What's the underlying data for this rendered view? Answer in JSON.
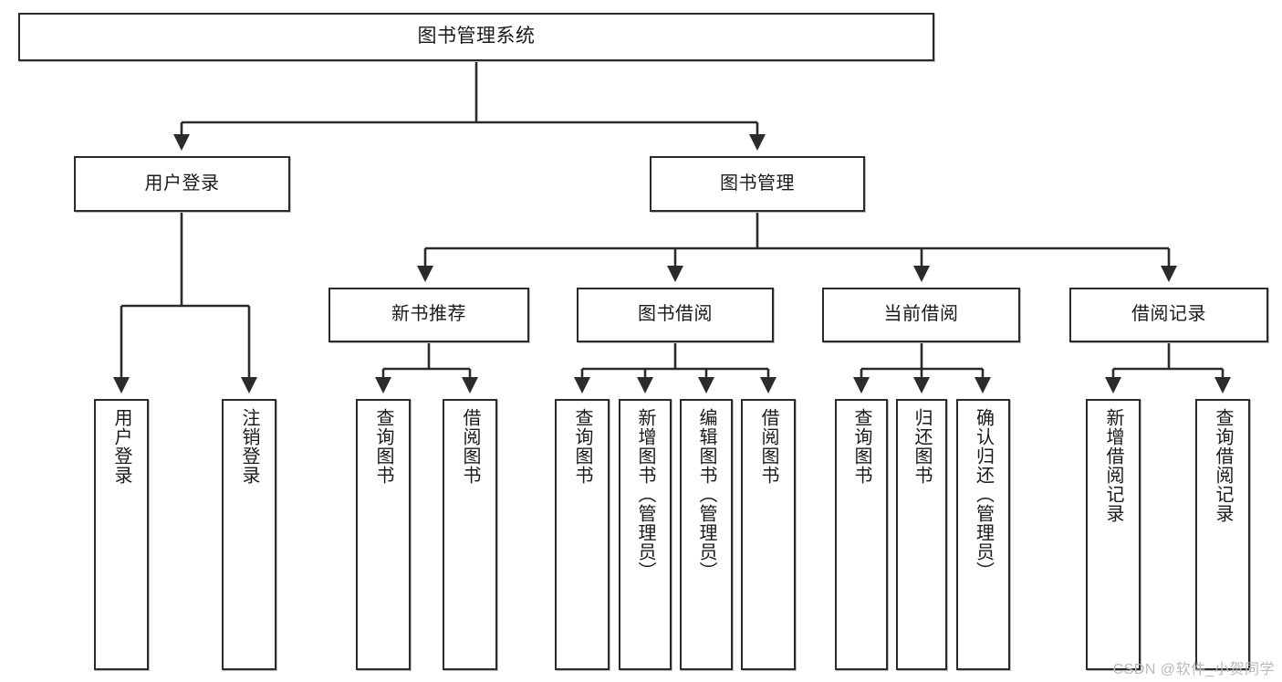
{
  "diagram": {
    "title": "图书管理系统",
    "type": "tree-hierarchy-diagram",
    "colors": {
      "box_border": "#2b2b2b",
      "box_fill": "#ffffff",
      "connector": "#2b2b2b",
      "background": "#ffffff",
      "watermark": "#b9b9b9"
    },
    "root": {
      "label": "图书管理系统"
    },
    "level1": [
      {
        "label": "用户登录"
      },
      {
        "label": "图书管理"
      }
    ],
    "level2": [
      {
        "label": "新书推荐"
      },
      {
        "label": "图书借阅"
      },
      {
        "label": "当前借阅"
      },
      {
        "label": "借阅记录"
      }
    ],
    "leaves": {
      "user_login": [
        {
          "label": "用户登录"
        },
        {
          "label": "注销登录"
        }
      ],
      "new_book_recommend": [
        {
          "label": "查询图书"
        },
        {
          "label": "借阅图书"
        }
      ],
      "book_borrow": [
        {
          "label": "查询图书"
        },
        {
          "label": "新增图书（管理员）"
        },
        {
          "label": "编辑图书（管理员）"
        },
        {
          "label": "借阅图书"
        }
      ],
      "current_borrow": [
        {
          "label": "查询图书"
        },
        {
          "label": "归还图书"
        },
        {
          "label": "确认归还（管理员）"
        }
      ],
      "borrow_records": [
        {
          "label": "新增借阅记录"
        },
        {
          "label": "查询借阅记录"
        }
      ]
    }
  },
  "watermark": {
    "text": "CSDN @软件_小贺同学"
  }
}
